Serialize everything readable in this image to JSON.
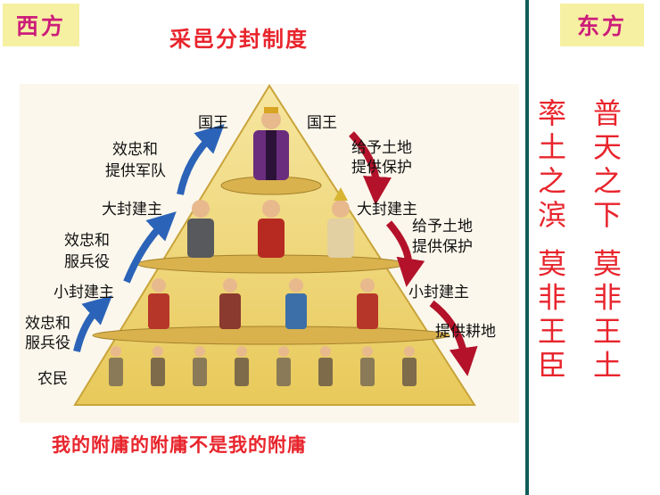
{
  "tags": {
    "west": "西方",
    "east": "东方"
  },
  "title": "采邑分封制度",
  "pyramid": {
    "left_labels": {
      "king": "国王",
      "loyalty_army_1": "效忠和",
      "loyalty_army_2": "提供军队",
      "great_lord": "大封建主",
      "loyalty_service_1": "效忠和",
      "loyalty_service_2": "服兵役",
      "lesser_lord": "小封建主",
      "peasant_loyalty_1": "效忠和",
      "peasant_loyalty_2": "服兵役",
      "peasant": "农民"
    },
    "right_labels": {
      "king": "国王",
      "grant_1": "给予土地",
      "grant_2": "提供保护",
      "great_lord": "大封建主",
      "grant_b_1": "给予土地",
      "grant_b_2": "提供保护",
      "lesser_lord": "小封建主",
      "farmland": "提供耕地"
    },
    "colors": {
      "pyramid": "#f0d66e",
      "up_arrow": "#2b63b8",
      "down_arrow": "#b3122a"
    }
  },
  "motto": "我的附庸的附庸不是我的附庸",
  "east_text": {
    "column_1": "普天之下 莫非王土",
    "column_2": "率土之滨 莫非王臣"
  }
}
